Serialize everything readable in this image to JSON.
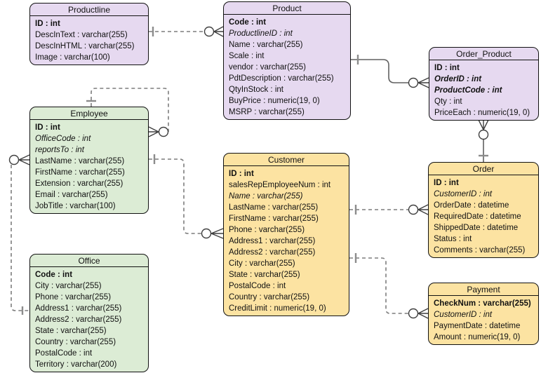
{
  "colors": {
    "purple": "#e6d9f0",
    "green": "#dcecd5",
    "yellow": "#fce3a2",
    "entity_border": "#111111",
    "connector_dashed": "#7d7d7d",
    "connector_solid": "#606060",
    "cardinality_symbol": "#3f3f3f"
  },
  "entities": {
    "productline": {
      "title": "Productline",
      "color": "purple",
      "fields": [
        {
          "text": "ID : int",
          "style": "pk"
        },
        {
          "text": "DescInText : varchar(255)",
          "style": ""
        },
        {
          "text": "DescInHTML : varchar(255)",
          "style": ""
        },
        {
          "text": "Image : varchar(100)",
          "style": ""
        }
      ]
    },
    "product": {
      "title": "Product",
      "color": "purple",
      "fields": [
        {
          "text": "Code : int",
          "style": "pk"
        },
        {
          "text": "ProductlineID : int",
          "style": "fk"
        },
        {
          "text": "Name : varchar(255)",
          "style": ""
        },
        {
          "text": "Scale : int",
          "style": ""
        },
        {
          "text": "vendor : varchar(255)",
          "style": ""
        },
        {
          "text": "PdtDescription : varchar(255)",
          "style": ""
        },
        {
          "text": "QtyInStock : int",
          "style": ""
        },
        {
          "text": "BuyPrice : numeric(19, 0)",
          "style": ""
        },
        {
          "text": "MSRP : varchar(255)",
          "style": ""
        }
      ]
    },
    "order_product": {
      "title": "Order_Product",
      "color": "purple",
      "fields": [
        {
          "text": "ID : int",
          "style": "pk"
        },
        {
          "text": "OrderID : int",
          "style": "pkfk"
        },
        {
          "text": "ProductCode : int",
          "style": "pkfk"
        },
        {
          "text": "Qty : int",
          "style": ""
        },
        {
          "text": "PriceEach : numeric(19, 0)",
          "style": ""
        }
      ]
    },
    "employee": {
      "title": "Employee",
      "color": "green",
      "fields": [
        {
          "text": "ID : int",
          "style": "pk"
        },
        {
          "text": "OfficeCode : int",
          "style": "fk"
        },
        {
          "text": "reportsTo : int",
          "style": "fk"
        },
        {
          "text": "LastName : varchar(255)",
          "style": ""
        },
        {
          "text": "FirstName : varchar(255)",
          "style": ""
        },
        {
          "text": "Extension : varchar(255)",
          "style": ""
        },
        {
          "text": "Email : varchar(255)",
          "style": ""
        },
        {
          "text": "JobTitle : varchar(100)",
          "style": ""
        }
      ]
    },
    "customer": {
      "title": "Customer",
      "color": "yellow",
      "fields": [
        {
          "text": "ID : int",
          "style": "pk"
        },
        {
          "text": "salesRepEmployeeNum : int",
          "style": ""
        },
        {
          "text": "Name : varchar(255)",
          "style": "fk"
        },
        {
          "text": "LastName : varchar(255)",
          "style": ""
        },
        {
          "text": "FirstName : varchar(255)",
          "style": ""
        },
        {
          "text": "Phone : varchar(255)",
          "style": ""
        },
        {
          "text": "Address1 : varchar(255)",
          "style": ""
        },
        {
          "text": "Address2 : varchar(255)",
          "style": ""
        },
        {
          "text": "City : varchar(255)",
          "style": ""
        },
        {
          "text": "State : varchar(255)",
          "style": ""
        },
        {
          "text": "PostalCode : int",
          "style": ""
        },
        {
          "text": "Country : varchar(255)",
          "style": ""
        },
        {
          "text": "CreditLimit : numeric(19, 0)",
          "style": ""
        }
      ]
    },
    "order": {
      "title": "Order",
      "color": "yellow",
      "fields": [
        {
          "text": "ID : int",
          "style": "pk"
        },
        {
          "text": "CustomerID : int",
          "style": "fk"
        },
        {
          "text": "OrderDate : datetime",
          "style": ""
        },
        {
          "text": "RequiredDate : datetime",
          "style": ""
        },
        {
          "text": "ShippedDate : datetime",
          "style": ""
        },
        {
          "text": "Status : int",
          "style": ""
        },
        {
          "text": "Comments : varchar(255)",
          "style": ""
        }
      ]
    },
    "office": {
      "title": "Office",
      "color": "green",
      "fields": [
        {
          "text": "Code : int",
          "style": "pk"
        },
        {
          "text": "City : varchar(255)",
          "style": ""
        },
        {
          "text": "Phone : varchar(255)",
          "style": ""
        },
        {
          "text": "Address1 : varchar(255)",
          "style": ""
        },
        {
          "text": "Address2 : varchar(255)",
          "style": ""
        },
        {
          "text": "State : varchar(255)",
          "style": ""
        },
        {
          "text": "Country : varchar(255)",
          "style": ""
        },
        {
          "text": "PostalCode : int",
          "style": ""
        },
        {
          "text": "Territory : varchar(200)",
          "style": ""
        }
      ]
    },
    "payment": {
      "title": "Payment",
      "color": "yellow",
      "fields": [
        {
          "text": "CheckNum : varchar(255)",
          "style": "pk"
        },
        {
          "text": "CustomerID : int",
          "style": "fk"
        },
        {
          "text": "PaymentDate : datetime",
          "style": ""
        },
        {
          "text": "Amount : numeric(19, 0)",
          "style": ""
        }
      ]
    }
  },
  "relationships": [
    {
      "from": "Productline",
      "to": "Product",
      "from_cardinality": "exactly-one",
      "to_cardinality": "zero-or-many",
      "line_style": "dashed"
    },
    {
      "from": "Product",
      "to": "Order_Product",
      "from_cardinality": "exactly-one",
      "to_cardinality": "zero-or-many",
      "line_style": "solid"
    },
    {
      "from": "Order",
      "to": "Order_Product",
      "from_cardinality": "exactly-one",
      "to_cardinality": "zero-or-many",
      "line_style": "solid"
    },
    {
      "from": "Employee",
      "to": "Employee",
      "from_cardinality": "exactly-one",
      "to_cardinality": "zero-or-many",
      "line_style": "dashed"
    },
    {
      "from": "Office",
      "to": "Employee",
      "from_cardinality": "exactly-one",
      "to_cardinality": "zero-or-many",
      "line_style": "dashed"
    },
    {
      "from": "Employee",
      "to": "Customer",
      "from_cardinality": "exactly-one",
      "to_cardinality": "zero-or-many",
      "line_style": "dashed"
    },
    {
      "from": "Customer",
      "to": "Order",
      "from_cardinality": "exactly-one",
      "to_cardinality": "zero-or-many",
      "line_style": "dashed"
    },
    {
      "from": "Customer",
      "to": "Payment",
      "from_cardinality": "exactly-one",
      "to_cardinality": "zero-or-many",
      "line_style": "dashed"
    }
  ]
}
